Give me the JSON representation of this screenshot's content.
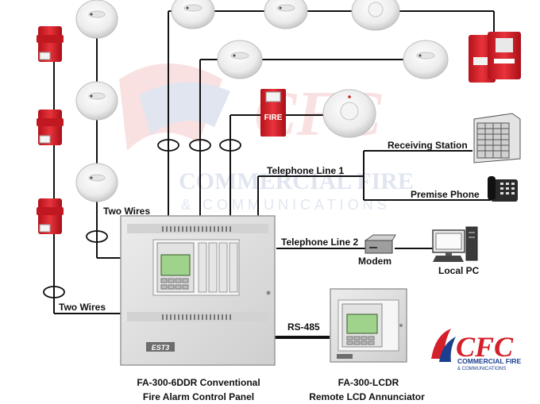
{
  "labels": {
    "two_wires_top": "Two Wires",
    "two_wires_left": "Two Wires",
    "telephone_line_1": "Telephone Line 1",
    "telephone_line_2": "Telephone Line 2",
    "receiving_station": "Receiving Station",
    "premise_phone": "Premise Phone",
    "modem": "Modem",
    "local_pc": "Local PC",
    "rs485": "RS-485",
    "panel_caption_1": "FA-300-6DDR Conventional",
    "panel_caption_2": "Fire Alarm Control Panel",
    "annunciator_caption_1": "FA-300-LCDR",
    "annunciator_caption_2": "Remote LCD Annunciator",
    "fire_sign": "FIRE",
    "panel_brand": "EST3",
    "logo_mark": "CFC",
    "logo_line_1": "COMMERCIAL FIRE",
    "logo_line_2": "& COMMUNICATIONS",
    "watermark_line_1": "COMMERCIAL FIRE",
    "watermark_line_2": "& COMMUNICATIONS"
  },
  "colors": {
    "wire": "#111111",
    "strobe_red": "#d8202a",
    "panel_grey": "#dcdcdc",
    "lcd_green": "#9fd28a",
    "logo_red": "#d3202b",
    "logo_blue": "#1b3f8f"
  },
  "icons": [
    "horn-strobe-icon",
    "smoke-detector-icon",
    "heat-detector-icon",
    "pull-station-icon",
    "fire-strobe-icon",
    "receiving-station-icon",
    "telephone-icon",
    "modem-icon",
    "computer-icon"
  ]
}
